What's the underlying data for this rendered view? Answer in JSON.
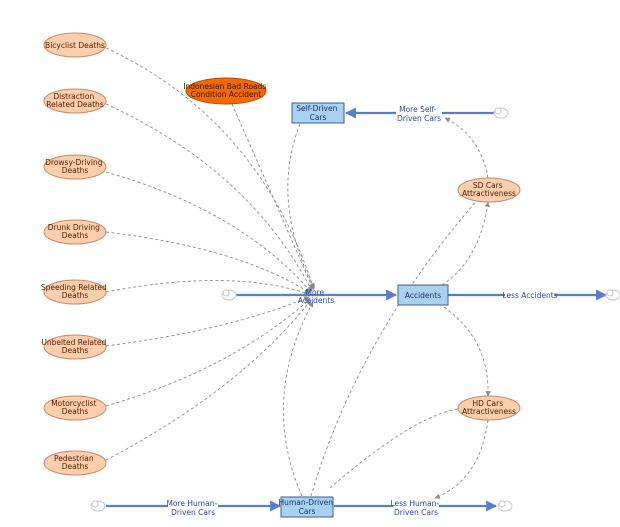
{
  "diagram": {
    "auxiliaries": [
      {
        "id": "bicyclist",
        "lines": [
          "Bicyclist Deaths"
        ]
      },
      {
        "id": "distraction",
        "lines": [
          "Distraction",
          "Related Deaths"
        ]
      },
      {
        "id": "drowsy",
        "lines": [
          "Drowsy-Driving",
          "Deaths"
        ]
      },
      {
        "id": "drunk",
        "lines": [
          "Drunk Driving",
          "Deaths"
        ]
      },
      {
        "id": "speeding",
        "lines": [
          "Speeding Related",
          "Deaths"
        ]
      },
      {
        "id": "unbelted",
        "lines": [
          "Unbelted Related",
          "Deaths"
        ]
      },
      {
        "id": "motorcyclist",
        "lines": [
          "Motorcyclist",
          "Deaths"
        ]
      },
      {
        "id": "pedestrian",
        "lines": [
          "Pedestrian",
          "Deaths"
        ]
      },
      {
        "id": "indonesian",
        "lines": [
          "Indonesian Bad Roads",
          "Condition Accident"
        ],
        "highlight": true
      },
      {
        "id": "sd_attr",
        "lines": [
          "SD Cars",
          "Attractiveness"
        ]
      },
      {
        "id": "hd_attr",
        "lines": [
          "HD Cars",
          "Attractiveness"
        ]
      }
    ],
    "stocks": [
      {
        "id": "self_driven",
        "lines": [
          "Self-Driven",
          "Cars"
        ]
      },
      {
        "id": "accidents",
        "lines": [
          "Accidents"
        ]
      },
      {
        "id": "human_driven",
        "lines": [
          "Human-Driven",
          "Cars"
        ]
      }
    ],
    "flows": [
      {
        "id": "more_accidents",
        "lines": [
          "More",
          "Accidents"
        ]
      },
      {
        "id": "less_accidents",
        "lines": [
          "Less Accidents"
        ]
      },
      {
        "id": "more_self",
        "lines": [
          "More Self-",
          "Driven Cars"
        ]
      },
      {
        "id": "more_human",
        "lines": [
          "More Human-",
          "Driven Cars"
        ]
      },
      {
        "id": "less_human",
        "lines": [
          "Less Human-",
          "Driven Cars"
        ]
      }
    ],
    "colors": {
      "auxiliary_fill": "#fbcfae",
      "auxiliary_stroke": "#c98a66",
      "highlight_fill": "#f26b00",
      "stock_fill": "#a9d2f0",
      "stock_stroke": "#3b5d8f",
      "flow": "#5b7ec8",
      "link": "#8c8c8c",
      "cloud": "#c8c8c8"
    }
  }
}
